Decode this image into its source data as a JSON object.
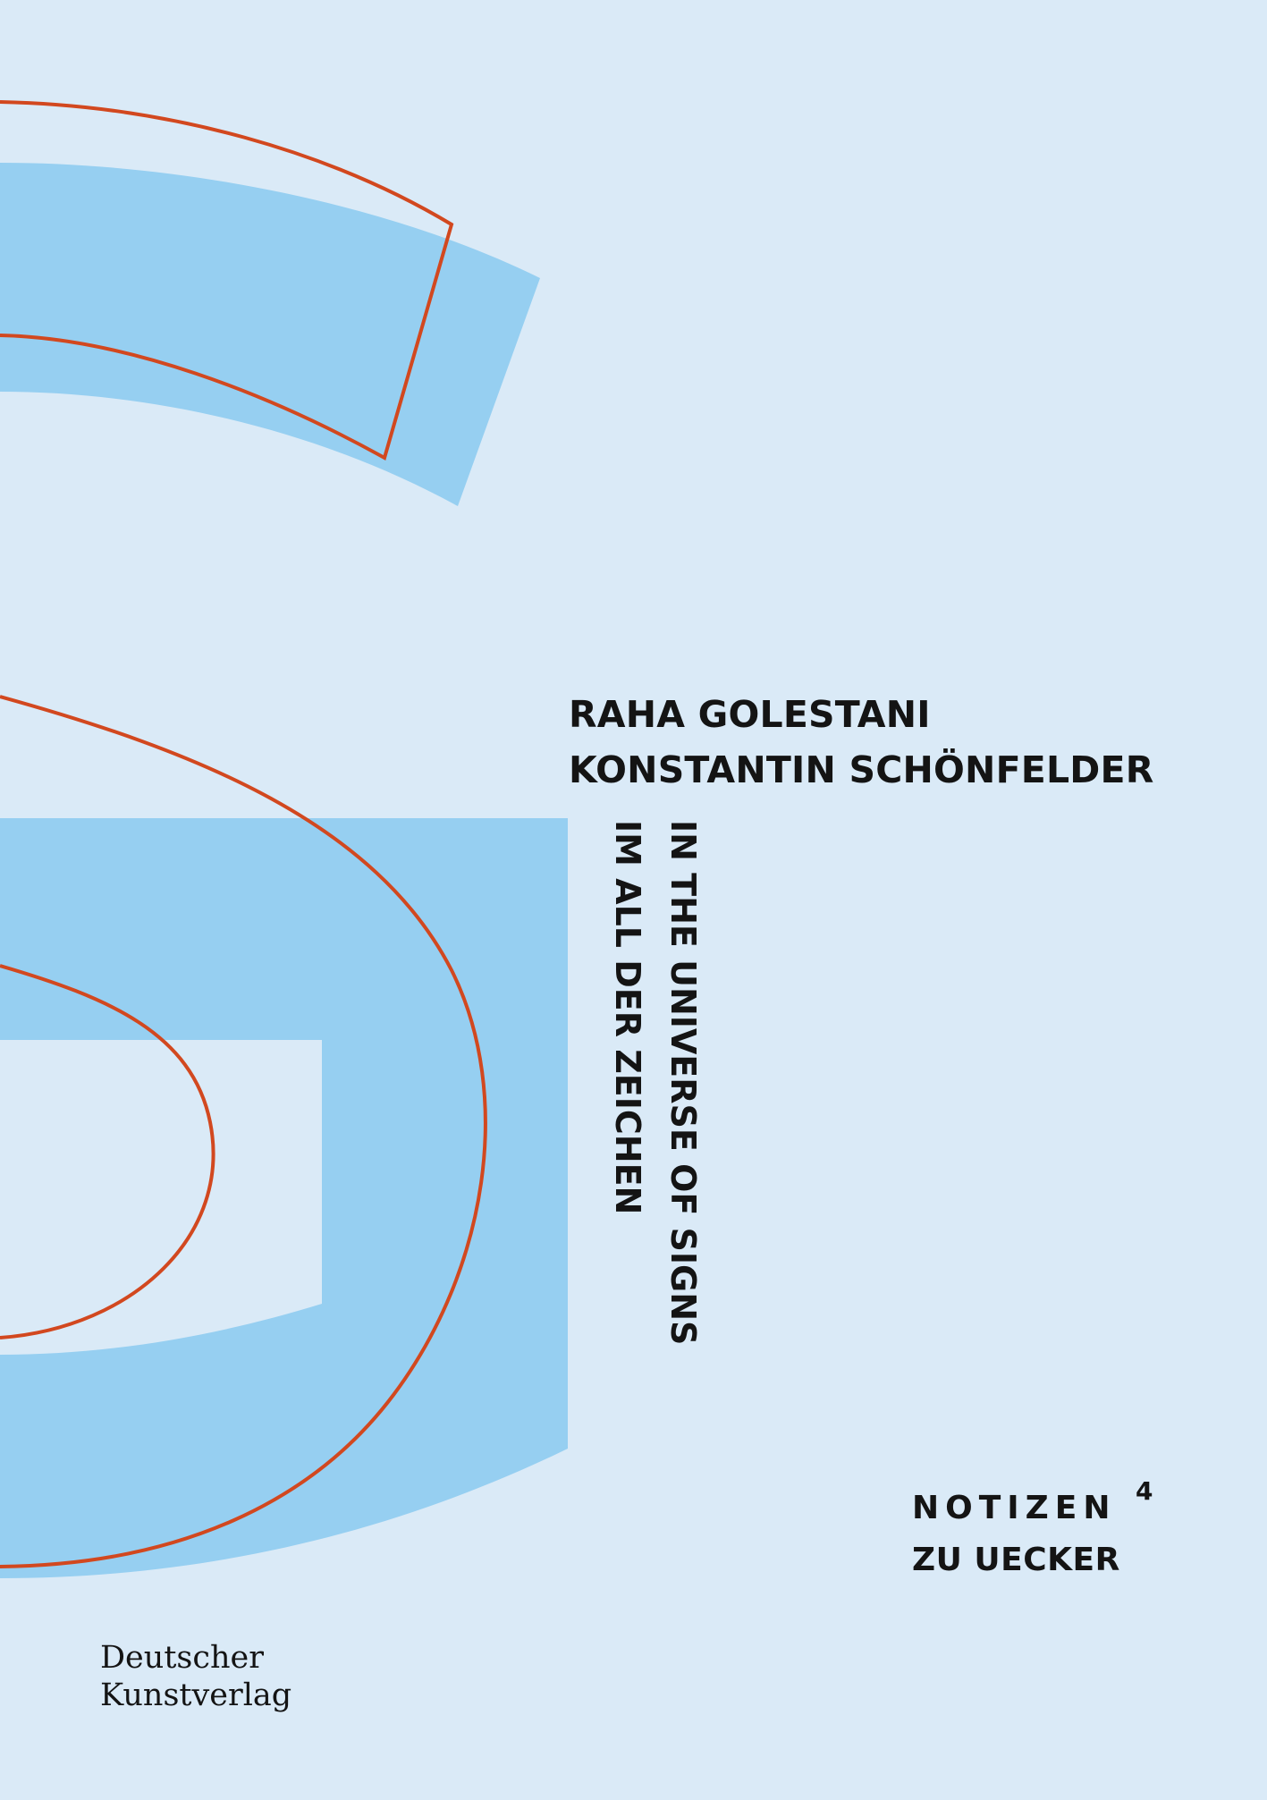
{
  "cover": {
    "authors": [
      "RAHA GOLESTANI",
      "KONSTANTIN SCHÖNFELDER"
    ],
    "title_en": "IN THE UNIVERSE OF SIGNS",
    "title_de": "IM ALL DER ZEICHEN",
    "series": {
      "line1": "NOTIZEN",
      "number": "4",
      "line2": "ZU UECKER"
    },
    "publisher": [
      "Deutscher",
      "Kunstverlag"
    ]
  },
  "colors": {
    "background": "#daeaf7",
    "letter_fill": "#96cff1",
    "letter_outline": "#d2481f",
    "text": "#141414"
  }
}
